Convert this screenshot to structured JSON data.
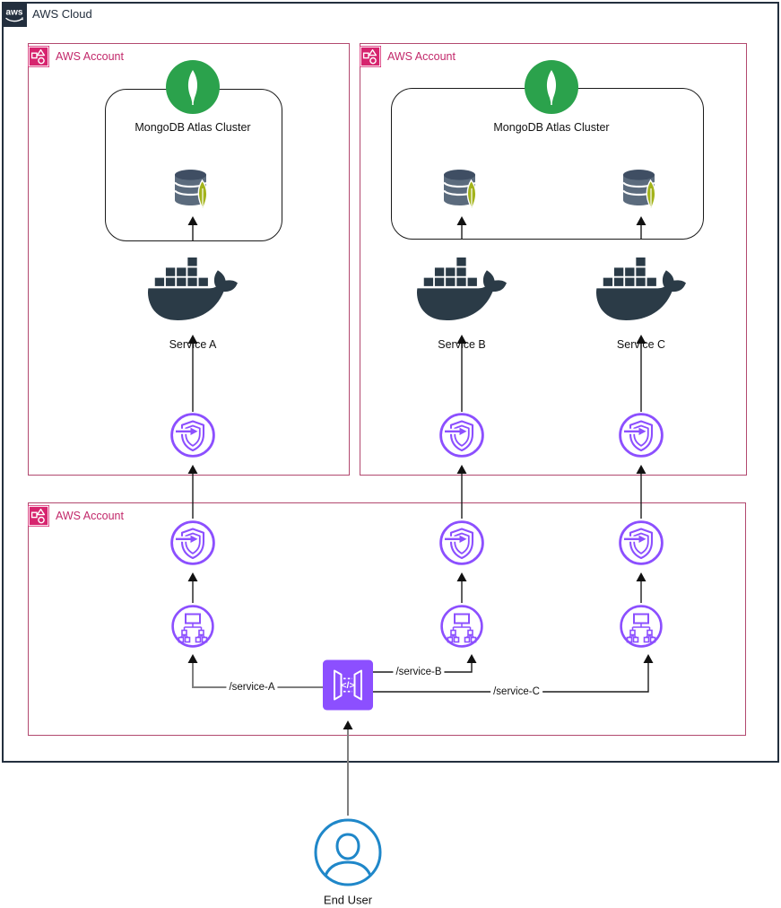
{
  "cloud": {
    "label": "AWS Cloud"
  },
  "accounts": [
    {
      "label": "AWS Account"
    },
    {
      "label": "AWS Account"
    },
    {
      "label": "AWS Account"
    }
  ],
  "clusters": [
    {
      "title": "MongoDB Atlas Cluster"
    },
    {
      "title": "MongoDB Atlas Cluster"
    }
  ],
  "services": [
    {
      "label": "Service A"
    },
    {
      "label": "Service B"
    },
    {
      "label": "Service C"
    }
  ],
  "routes": [
    {
      "label": "/service-A"
    },
    {
      "label": "/service-B"
    },
    {
      "label": "/service-C"
    }
  ],
  "end_user": {
    "label": "End User"
  },
  "icons": {
    "aws_logo_text": "aws",
    "api_gateway_glyph": "</>"
  },
  "colors": {
    "aws_dark": "#232f3e",
    "account_pink": "#cd2264",
    "account_border": "#b2496f",
    "purple": "#8c4fff",
    "mongo_green": "#2ba24c",
    "docker_slate": "#2b3b47",
    "db_slate": "#5b6b7d",
    "leaf_olive": "#a3b31b",
    "user_blue": "#1f87c9",
    "line_gray": "#7f7f7f",
    "line_dark": "#1c1c1c"
  }
}
